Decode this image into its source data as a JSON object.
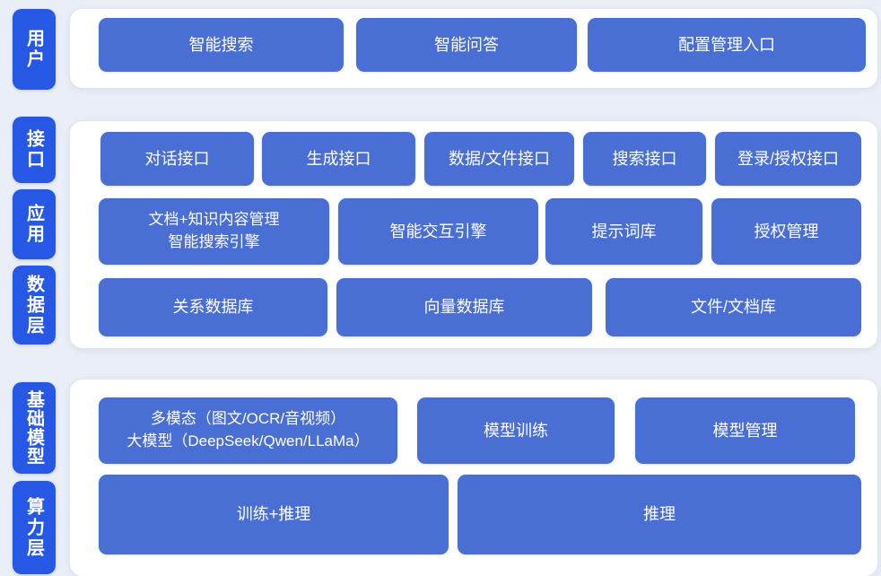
{
  "colors": {
    "page_bg": "#e9eef7",
    "card_bg": "#ffffff",
    "layer_label_blue": "#2657e5",
    "block_blue": "#4a6fd4",
    "text_white": "#ffffff"
  },
  "sections": [
    {
      "name": "user-layer",
      "labels": [
        {
          "text": "用户"
        }
      ],
      "rows": [
        {
          "buttons": [
            {
              "text": "智能搜索"
            },
            {
              "text": "智能问答"
            },
            {
              "text": "配置管理入口"
            }
          ]
        }
      ]
    },
    {
      "name": "interface-application-data",
      "labels": [
        {
          "text": "接口"
        },
        {
          "text": "应用"
        },
        {
          "text": "数据层"
        }
      ],
      "rows": [
        {
          "buttons": [
            {
              "text": "对话接口"
            },
            {
              "text": "生成接口"
            },
            {
              "text": "数据/文件接口"
            },
            {
              "text": "搜索接口"
            },
            {
              "text": "登录/授权接口"
            }
          ]
        },
        {
          "buttons": [
            {
              "text": "文档+知识内容管理\n智能搜索引擎"
            },
            {
              "text": "智能交互引擎"
            },
            {
              "text": "提示词库"
            },
            {
              "text": "授权管理"
            }
          ]
        },
        {
          "buttons": [
            {
              "text": "关系数据库"
            },
            {
              "text": "向量数据库"
            },
            {
              "text": "文件/文档库"
            }
          ]
        }
      ]
    },
    {
      "name": "foundation-compute",
      "labels": [
        {
          "text": "基础模型"
        },
        {
          "text": "算力层"
        }
      ],
      "rows": [
        {
          "buttons": [
            {
              "text": "多模态（图文/OCR/音视频）\n大模型（DeepSeek/Qwen/LLaMa）"
            },
            {
              "text": "模型训练"
            },
            {
              "text": "模型管理"
            }
          ]
        },
        {
          "buttons": [
            {
              "text": "训练+推理"
            },
            {
              "text": "推理"
            }
          ]
        }
      ]
    }
  ]
}
